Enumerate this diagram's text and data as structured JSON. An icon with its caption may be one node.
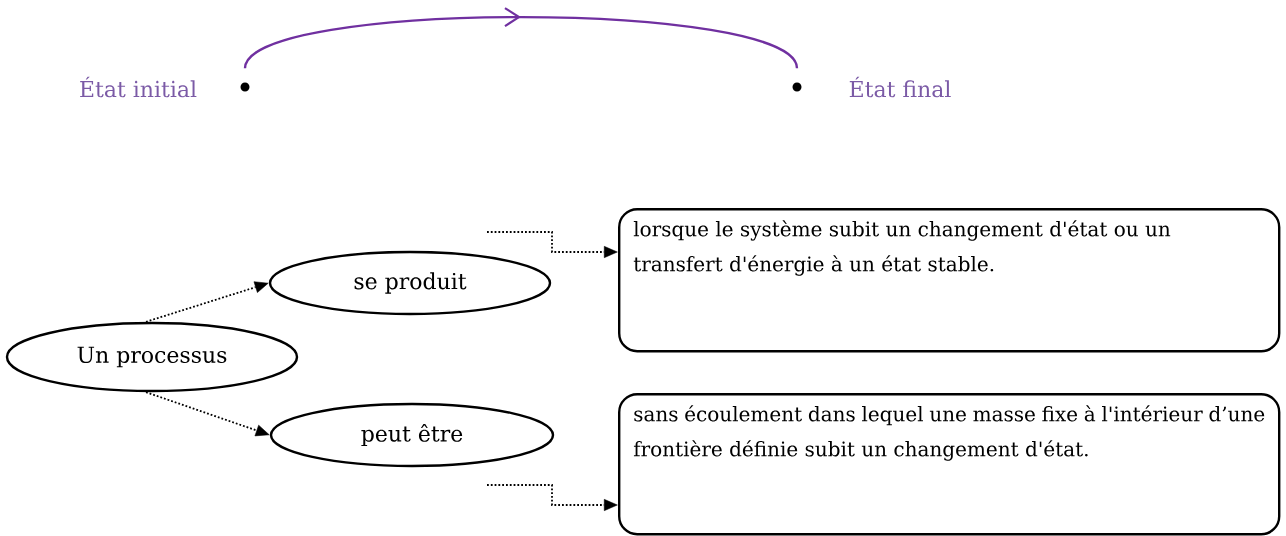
{
  "diagram": {
    "nodes": [
      {
        "text": [],
        "shape": "circle",
        "beside": [
          "État initial"
        ]
      },
      {
        "text": [],
        "shape": "circle",
        "beside": [
          "État final"
        ]
      },
      {
        "text": [
          "Un processus"
        ]
      },
      {
        "text": [
          "se produit"
        ]
      },
      {
        "text": [
          "peut être"
        ]
      },
      {
        "text": [
          "lorsque le système subit un changement d'état ou un transfert d'énergie à un état stable."
        ]
      },
      {
        "text": [
          "sans écoulement dans lequel une masse fixe à l'intérieur d’une frontière définie subit un changement d'état."
        ]
      }
    ],
    "edges": [
      {
        "from": 0,
        "to": 1,
        "arrow": "to",
        "color": "#7030a0"
      },
      {
        "from": 2,
        "to": 3,
        "arrow": "to",
        "style": "dashed"
      },
      {
        "from": 2,
        "to": 4,
        "arrow": "to",
        "style": "dashed"
      },
      {
        "from": null,
        "to": 5,
        "arrow": "to",
        "style": "dashed"
      },
      {
        "from": null,
        "to": 6,
        "arrow": "to",
        "style": "dashed"
      }
    ]
  }
}
